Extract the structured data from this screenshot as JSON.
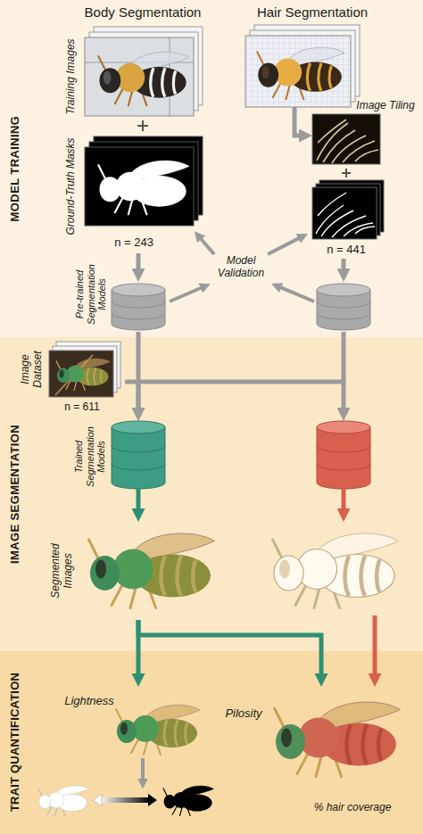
{
  "diagram": {
    "nodes": [
      {
        "text": [
          "MODEL TRAINING"
        ]
      },
      {
        "text": [
          "IMAGE SEGMENTATION"
        ]
      },
      {
        "text": [
          "TRAIT QUANTIFICATION"
        ]
      },
      {
        "text": [
          "Training Images"
        ],
        "in": 0
      },
      {
        "text": [
          "Ground-Truth Masks",
          "n = 243"
        ],
        "in": 0
      },
      {
        "text": [
          "Pre-trained Segmentation Models"
        ],
        "in": 0
      },
      {
        "text": [
          "Image Dataset",
          "n = 611"
        ],
        "in": 1
      },
      {
        "text": [
          "Trained Segmentation Models"
        ],
        "in": 1
      },
      {
        "text": [
          "Segmented Images"
        ],
        "in": 1
      },
      {
        "text": [
          "Lightness"
        ],
        "in": 2
      },
      {
        "text": [
          "Pilosity",
          "% hair coverage"
        ],
        "in": 2
      }
    ],
    "edges": [
      {
        "from": 4,
        "to": 5,
        "arrow": "to"
      },
      {
        "from": 5,
        "to": 7,
        "arrow": "to"
      },
      {
        "from": 6,
        "to": 7,
        "arrow": "to"
      },
      {
        "from": 7,
        "to": 8,
        "arrow": "to"
      },
      {
        "from": 8,
        "to": 9,
        "arrow": "to"
      },
      {
        "from": 8,
        "to": 10,
        "arrow": "to"
      }
    ],
    "labels": [
      "Body Segmentation",
      "Hair Segmentation",
      "Image Tiling",
      "n = 441",
      "Model Validation"
    ]
  }
}
